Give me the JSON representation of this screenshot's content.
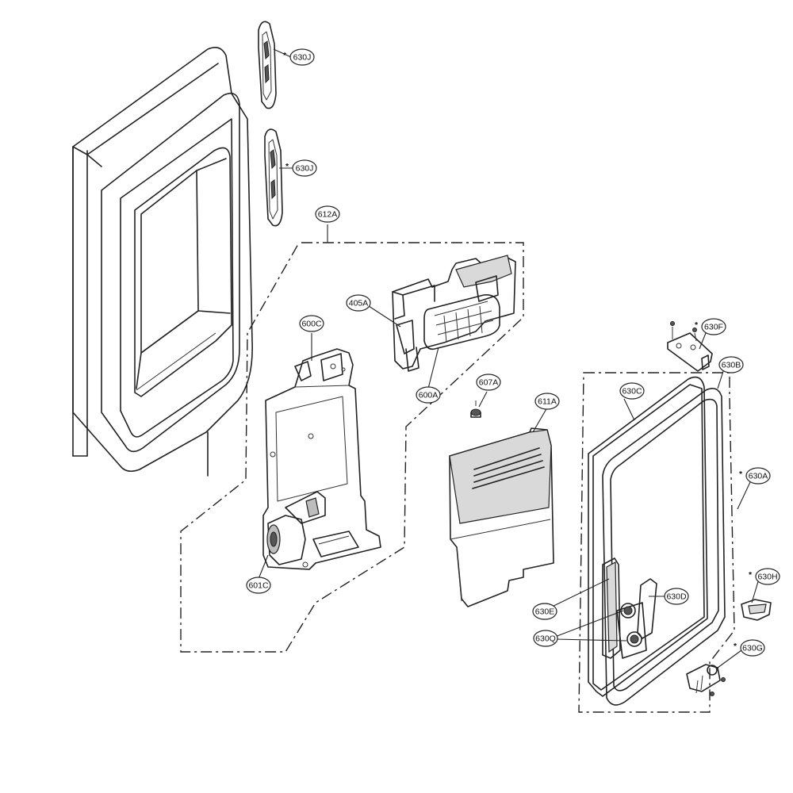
{
  "parts": [
    {
      "key": "j_top",
      "label": "630J",
      "starred": true
    },
    {
      "key": "j_bottom",
      "label": "630J",
      "starred": true
    },
    {
      "key": "kit",
      "label": "612A",
      "starred": false
    },
    {
      "key": "icemaker",
      "label": "405A",
      "starred": false
    },
    {
      "key": "bracket",
      "label": "600C",
      "starred": false
    },
    {
      "key": "assy",
      "label": "600A",
      "starred": false
    },
    {
      "key": "screw",
      "label": "607A",
      "starred": false
    },
    {
      "key": "cover",
      "label": "611A",
      "starred": false
    },
    {
      "key": "motor",
      "label": "601C",
      "starred": false
    },
    {
      "key": "hinge_top",
      "label": "630F",
      "starred": true
    },
    {
      "key": "door_frame",
      "label": "630B",
      "starred": false
    },
    {
      "key": "gasket",
      "label": "630C",
      "starred": false
    },
    {
      "key": "door_assy",
      "label": "630A",
      "starred": true
    },
    {
      "key": "handle_h",
      "label": "630H",
      "starred": true
    },
    {
      "key": "lever",
      "label": "630D",
      "starred": false
    },
    {
      "key": "latch",
      "label": "630E",
      "starred": false
    },
    {
      "key": "pins",
      "label": "630Q",
      "starred": false
    },
    {
      "key": "hinge_bottom",
      "label": "630G",
      "starred": true
    }
  ],
  "star_symbol": "*",
  "colors": {
    "line": "#222222",
    "fill_light": "#d9d9d9",
    "fill_mid": "#bdbdbd",
    "background": "#ffffff"
  }
}
